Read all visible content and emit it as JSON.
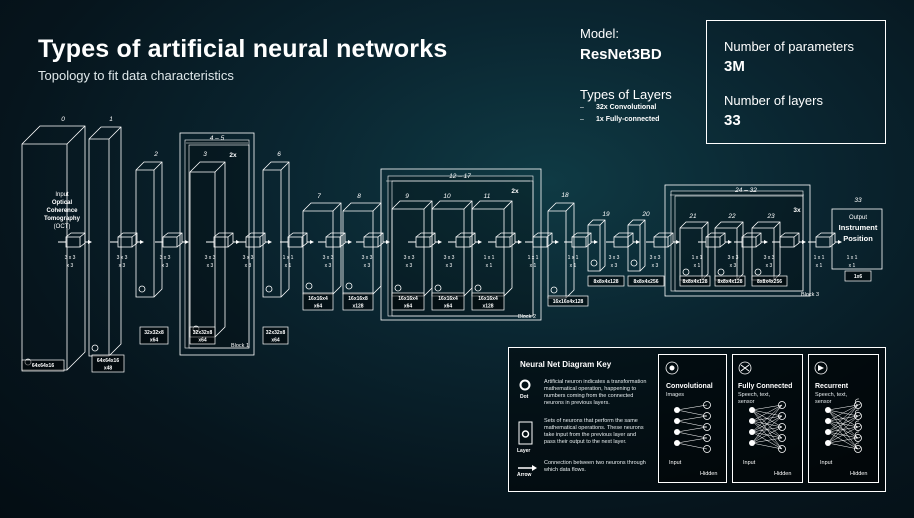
{
  "title": "Types of artificial neural networks",
  "subtitle": "Topology to fit data characteristics",
  "model_label": "Model:",
  "model_name": "ResNet3BD",
  "types_heading": "Types of Layers",
  "layer_types": [
    {
      "dash": "–",
      "text": "32x Convolutional"
    },
    {
      "dash": "–",
      "text": "1x Fully-connected"
    }
  ],
  "params_label": "Number of parameters",
  "params_value": "3M",
  "nlayers_label": "Number of layers",
  "nlayers_value": "33",
  "diagram": {
    "layer_indices": [
      "0",
      "1",
      "2",
      "3",
      "4 – 5",
      "6",
      "7",
      "8",
      "9",
      "10",
      "11",
      "12 – 17",
      "18",
      "19",
      "20",
      "21",
      "22",
      "23",
      "24 – 32",
      "33"
    ],
    "repeat_labels": [
      "2x",
      "2x",
      "3x"
    ],
    "block_labels": [
      "Block 1",
      "Block 2",
      "Block 3"
    ],
    "input_title": [
      "Input",
      "Optical",
      "Coherence",
      "Tomography",
      "(OCT)"
    ],
    "output_title": [
      "Output",
      "Instrument",
      "Position"
    ],
    "kernels": [
      "3 x 3",
      "x 3",
      "3 x 3",
      "x 3",
      "3 x 3",
      "x 3",
      "3 x 3",
      "x 3",
      "3 x 3",
      "x 3",
      "1 x 1",
      "x 1",
      "3 x 3",
      "x 3",
      "3 x 3",
      "x 3",
      "3 x 3",
      "x 3",
      "3 x 3",
      "x 3",
      "1 x 1",
      "x 1",
      "1 x 1",
      "x 1",
      "1 x 1",
      "x 1",
      "3 x 3",
      "x 3",
      "3 x 3",
      "x 3",
      "1 x 1",
      "x 1",
      "3 x 3",
      "x 3",
      "3 x 3",
      "x 3",
      "1 x 1",
      "x 1",
      "1 x 1",
      "x 1"
    ],
    "dims": [
      "64x64x16",
      "64x64x16",
      "x48",
      "32x32x8",
      "x64",
      "32x32x8",
      "x64",
      "32x32x8",
      "x64",
      "16x16x4",
      "x64",
      "16x16x8",
      "x128",
      "16x16x4",
      "x64",
      "16x16x4",
      "x64",
      "16x16x4",
      "x128",
      "16x16x4x128",
      "8x8x4x128",
      "8x8x4x256",
      "8x8x4x128",
      "8x8x4x128",
      "8x8x4x256",
      "1x6"
    ]
  },
  "key": {
    "title": "Neural Net Diagram Key",
    "dot_label": "Dot",
    "dot_text": "Artificial neuron indicates a transformation mathematical operation, happening to numbers coming from the connected neurons in previous layers.",
    "layer_label": "Layer",
    "layer_text": "Sets of neurons that perform the same mathematical operations. These neurons take input from the previous layer and pass their output to the next layer.",
    "arrow_label": "Arrow",
    "arrow_text": "Connection between two neurons through which data flows.",
    "nets": [
      {
        "title": "Convolutional",
        "sub": "Images",
        "input": "Input",
        "hidden": "Hidden"
      },
      {
        "title": "Fully Connected",
        "sub": "Speech, text, sensor",
        "input": "Input",
        "hidden": "Hidden"
      },
      {
        "title": "Recurrent",
        "sub": "Speech, text, sensor",
        "input": "Input",
        "hidden": "Hidden"
      }
    ]
  },
  "colors": {
    "background": "#06151d",
    "line": "#ffffff",
    "accent": "#1ec8a0"
  }
}
